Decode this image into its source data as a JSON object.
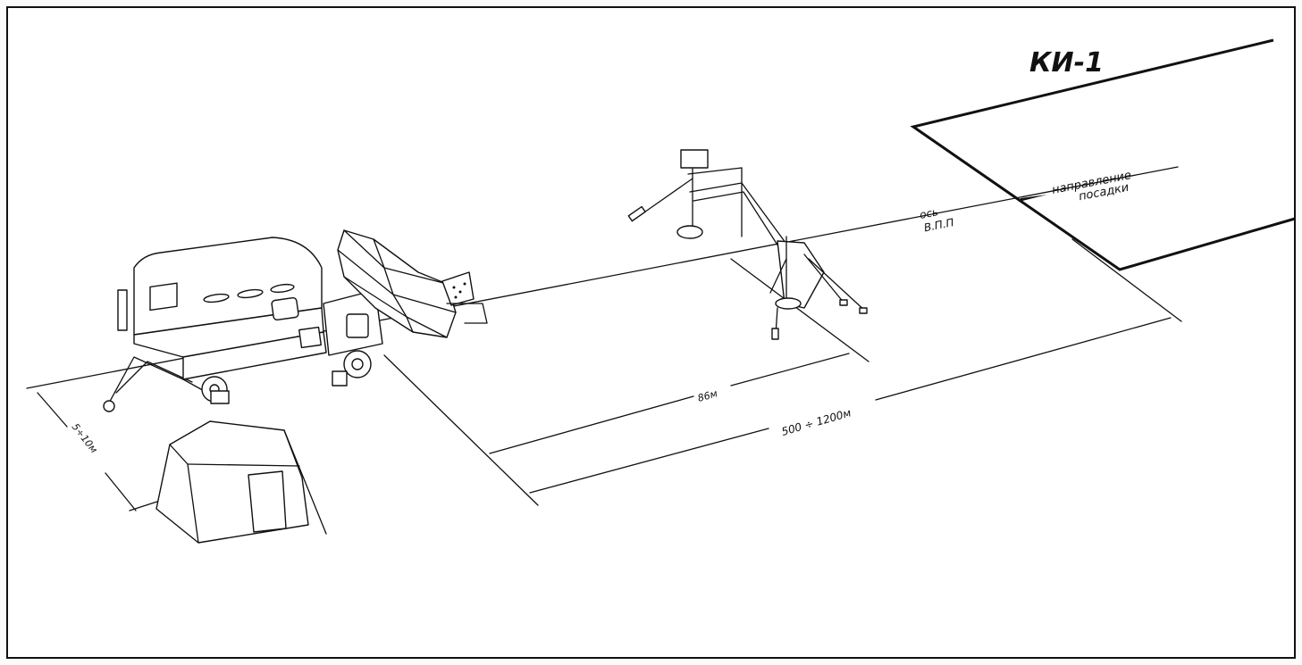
{
  "title": "КИ-1",
  "labels": {
    "axis_line1": "ось",
    "axis_line2": "В.П.П",
    "direction_line1": "направление",
    "direction_line2": "посадки",
    "dim_86": "86м",
    "dim_500_1200": "500 ÷ 1200м",
    "dim_5_10": "5÷10м"
  }
}
